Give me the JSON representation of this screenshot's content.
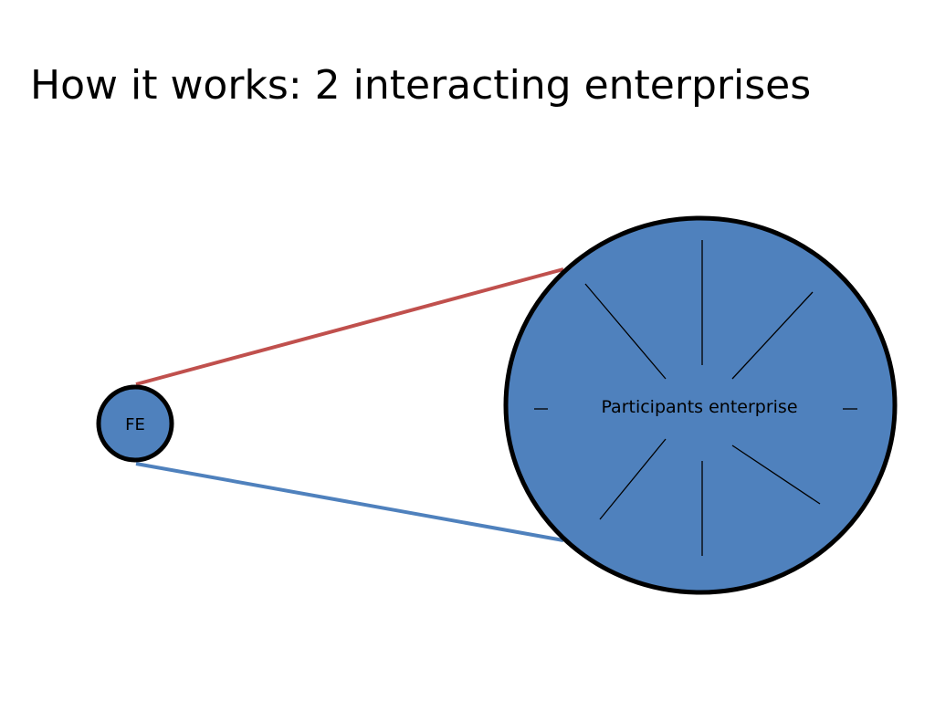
{
  "slide": {
    "title": "How it works: 2 interacting enterprises"
  },
  "diagram": {
    "nodes": {
      "fe": {
        "label": "FE"
      },
      "participants": {
        "label": "Participants enterprise"
      }
    },
    "colors": {
      "node_fill": "#4f81bd",
      "node_outline": "#000000",
      "upper_connector": "#c0504d",
      "lower_connector": "#4f81bd",
      "spokes": "#000000"
    }
  }
}
